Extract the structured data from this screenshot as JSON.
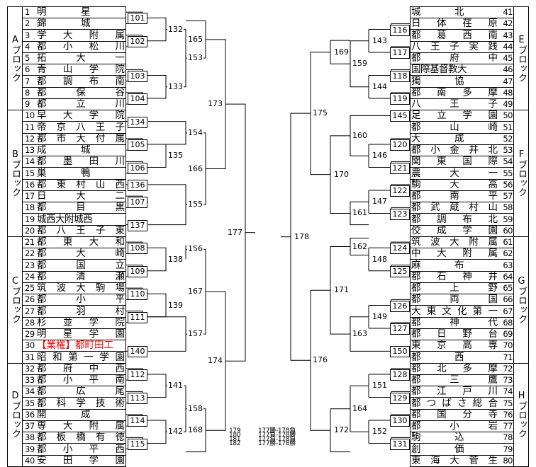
{
  "blocks": [
    {
      "label": "Aブロック",
      "side": "left",
      "first": 0,
      "last": 8
    },
    {
      "label": "Bブロック",
      "side": "left",
      "first": 9,
      "last": 19
    },
    {
      "label": "Cブロック",
      "side": "left",
      "first": 20,
      "last": 30
    },
    {
      "label": "Dブロック",
      "side": "left",
      "first": 31,
      "last": 39
    },
    {
      "label": "Eブロック",
      "side": "right",
      "first": 0,
      "last": 8
    },
    {
      "label": "Fブロック",
      "side": "right",
      "first": 9,
      "last": 19
    },
    {
      "label": "Gブロック",
      "side": "right",
      "first": 20,
      "last": 30
    },
    {
      "label": "Hブロック",
      "side": "right",
      "first": 31,
      "last": 39
    }
  ],
  "left_teams": [
    {
      "num": "1",
      "name": "明星",
      "wide": true
    },
    {
      "num": "2",
      "name": "錦城",
      "wide": true
    },
    {
      "num": "3",
      "name": "学大附属",
      "wide": true
    },
    {
      "num": "4",
      "name": "都小松川",
      "wide": true
    },
    {
      "num": "5",
      "name": "拓大一",
      "wide": true
    },
    {
      "num": "6",
      "name": "青山学院",
      "wide": true
    },
    {
      "num": "7",
      "name": "都調布南",
      "wide": true
    },
    {
      "num": "8",
      "name": "都保谷",
      "wide": true
    },
    {
      "num": "9",
      "name": "都立川",
      "wide": true
    },
    {
      "num": "10",
      "name": "早大学院",
      "wide": true
    },
    {
      "num": "11",
      "name": "帝京八王子",
      "wide": true
    },
    {
      "num": "12",
      "name": "都市大付属",
      "wide": true
    },
    {
      "num": "13",
      "name": "成城",
      "wide": true
    },
    {
      "num": "14",
      "name": "都墨田川",
      "wide": true
    },
    {
      "num": "15",
      "name": "巣鴨",
      "wide": true
    },
    {
      "num": "16",
      "name": "都東村山西",
      "wide": true
    },
    {
      "num": "17",
      "name": "日大二",
      "wide": true
    },
    {
      "num": "18",
      "name": "都目黒",
      "wide": true
    },
    {
      "num": "19",
      "name": "城西大附城西",
      "wide": false
    },
    {
      "num": "20",
      "name": "都八王子東",
      "wide": true
    },
    {
      "num": "21",
      "name": "都東大和",
      "wide": true
    },
    {
      "num": "22",
      "name": "都大崎",
      "wide": true
    },
    {
      "num": "23",
      "name": "都国立",
      "wide": true
    },
    {
      "num": "24",
      "name": "都清瀬",
      "wide": true
    },
    {
      "num": "25",
      "name": "筑波大駒場",
      "wide": true
    },
    {
      "num": "26",
      "name": "都小平",
      "wide": true
    },
    {
      "num": "27",
      "name": "都羽村",
      "wide": true
    },
    {
      "num": "28",
      "name": "杉並学院",
      "wide": true
    },
    {
      "num": "29",
      "name": "明星学園",
      "wide": true
    },
    {
      "num": "30",
      "name": "【業権】都町田工",
      "wide": false,
      "red": true
    },
    {
      "num": "31",
      "name": "昭和第一学園",
      "wide": true
    },
    {
      "num": "32",
      "name": "都府中西",
      "wide": true
    },
    {
      "num": "33",
      "name": "都小平南",
      "wide": true
    },
    {
      "num": "34",
      "name": "都広尾",
      "wide": true
    },
    {
      "num": "35",
      "name": "都科学技術",
      "wide": true
    },
    {
      "num": "36",
      "name": "開成",
      "wide": true
    },
    {
      "num": "37",
      "name": "専大附属",
      "wide": true
    },
    {
      "num": "38",
      "name": "都板橋有徳",
      "wide": true
    },
    {
      "num": "39",
      "name": "都小平西",
      "wide": true
    },
    {
      "num": "40",
      "name": "安田学園",
      "wide": true
    }
  ],
  "right_teams": [
    {
      "num": "41",
      "name": "城北",
      "wide": true
    },
    {
      "num": "42",
      "name": "日体荏原",
      "wide": true
    },
    {
      "num": "43",
      "name": "都葛西南",
      "wide": true
    },
    {
      "num": "44",
      "name": "八王子実践",
      "wide": true
    },
    {
      "num": "45",
      "name": "都府中",
      "wide": true
    },
    {
      "num": "46",
      "name": "国際基督教大",
      "wide": false
    },
    {
      "num": "47",
      "name": "獨協",
      "wide": true
    },
    {
      "num": "48",
      "name": "都南多摩",
      "wide": true
    },
    {
      "num": "49",
      "name": "八王子",
      "wide": true
    },
    {
      "num": "50",
      "name": "足立学園",
      "wide": true
    },
    {
      "num": "51",
      "name": "都山崎",
      "wide": true
    },
    {
      "num": "52",
      "name": "大成",
      "wide": true
    },
    {
      "num": "53",
      "name": "都小金井北",
      "wide": true
    },
    {
      "num": "54",
      "name": "関東国際",
      "wide": true
    },
    {
      "num": "55",
      "name": "農大一",
      "wide": true
    },
    {
      "num": "56",
      "name": "駒大高",
      "wide": true
    },
    {
      "num": "57",
      "name": "都南平",
      "wide": true
    },
    {
      "num": "58",
      "name": "都武蔵村山",
      "wide": true
    },
    {
      "num": "59",
      "name": "都調布北",
      "wide": true
    },
    {
      "num": "60",
      "name": "佼成学園",
      "wide": true
    },
    {
      "num": "61",
      "name": "筑波大附属",
      "wide": true
    },
    {
      "num": "62",
      "name": "中大附属",
      "wide": true
    },
    {
      "num": "63",
      "name": "麻布",
      "wide": true
    },
    {
      "num": "64",
      "name": "都石神井",
      "wide": true
    },
    {
      "num": "65",
      "name": "都上野",
      "wide": true
    },
    {
      "num": "66",
      "name": "都両国",
      "wide": true
    },
    {
      "num": "67",
      "name": "大東文化第一",
      "wide": true
    },
    {
      "num": "68",
      "name": "都神代",
      "wide": true
    },
    {
      "num": "69",
      "name": "都日野台",
      "wide": true
    },
    {
      "num": "70",
      "name": "東京高専",
      "wide": true
    },
    {
      "num": "71",
      "name": "都西",
      "wide": true
    },
    {
      "num": "72",
      "name": "都北多摩",
      "wide": true
    },
    {
      "num": "73",
      "name": "都三鷹",
      "wide": true
    },
    {
      "num": "74",
      "name": "都江戸川",
      "wide": true
    },
    {
      "num": "75",
      "name": "都つばさ総合",
      "wide": true
    },
    {
      "num": "76",
      "name": "都国分寺",
      "wide": true
    },
    {
      "num": "77",
      "name": "都小岩",
      "wide": true
    },
    {
      "num": "78",
      "name": "駒込",
      "wide": true
    },
    {
      "num": "79",
      "name": "創価",
      "wide": true
    },
    {
      "num": "80",
      "name": "東海大菅生",
      "wide": true
    }
  ],
  "games": {
    "r1_left": [
      "101",
      "102",
      "103",
      "104",
      "134",
      "105",
      "106",
      "136",
      "107",
      "137",
      "108",
      "109",
      "110",
      "111",
      "140",
      "112",
      "113",
      "114",
      "115"
    ],
    "r1_right": [
      "116",
      "117",
      "118",
      "119",
      "145",
      "120",
      "121",
      "122",
      "123",
      "124",
      "125",
      "126",
      "127",
      "150",
      "128",
      "129",
      "130",
      "131"
    ],
    "r2_left": [
      "132",
      "133",
      "154",
      "135",
      "155",
      "138",
      "139",
      "157",
      "141",
      "142"
    ],
    "r2_right": [
      "143",
      "144",
      "160",
      "146",
      "147",
      "148",
      "149",
      "163",
      "151",
      "152"
    ],
    "r3_left": [
      "165",
      "153",
      "166",
      "156",
      "167",
      "158",
      "168"
    ],
    "r3_right": [
      "169",
      "159",
      "170",
      "161",
      "162",
      "171",
      "164",
      "172"
    ],
    "r4_left": [
      "173",
      "174"
    ],
    "r4_right": [
      "175",
      "176"
    ],
    "r5_left": "177",
    "r5_right": "178"
  },
  "notes": [
    {
      "num": "179",
      "text": "177勝-178負"
    },
    {
      "num": "180",
      "text": "177負-178勝"
    },
    {
      "num": "181",
      "text": "177負-178負"
    },
    {
      "num": "182",
      "text": "177勝-178勝"
    }
  ]
}
